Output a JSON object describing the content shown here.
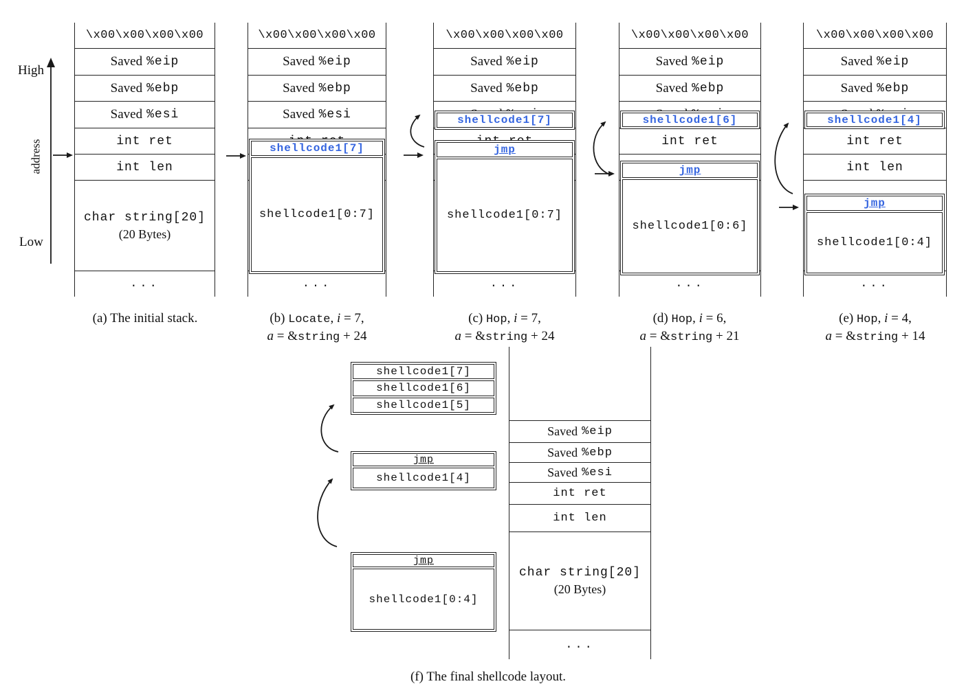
{
  "axis": {
    "high": "High",
    "address": "address",
    "low": "Low"
  },
  "rows": {
    "nullbytes": "\\x00\\x00\\x00\\x00",
    "saved": "Saved",
    "eip": "%eip",
    "ebp": "%ebp",
    "esi": "%esi",
    "int_ret": "int ret",
    "int_len": "int len",
    "string_decl": "char string[20]",
    "string_size": "(20 Bytes)",
    "dots": "..."
  },
  "overlays": {
    "b": {
      "header": "shellcode1[7]",
      "body": "shellcode1[0:7]"
    },
    "c": {
      "box": "shellcode1[7]",
      "jmp": "jmp",
      "body": "shellcode1[0:7]"
    },
    "d": {
      "box": "shellcode1[6]",
      "jmp": "jmp",
      "body": "shellcode1[0:6]"
    },
    "e": {
      "box": "shellcode1[4]",
      "jmp": "jmp",
      "body": "shellcode1[0:4]"
    }
  },
  "final": {
    "f7": "shellcode1[7]",
    "f6": "shellcode1[6]",
    "f5": "shellcode1[5]",
    "jmp_a": "jmp",
    "f4": "shellcode1[4]",
    "jmp_b": "jmp",
    "f04": "shellcode1[0:4]"
  },
  "captions": {
    "a": {
      "text": "(a) The initial stack."
    },
    "b": {
      "r1": "(b) ",
      "kw": "Locate",
      "r2": ", ",
      "iv": "i",
      "r3": " = 7,",
      "s1": "a",
      "s2": " = &",
      "s3": "string",
      "s4": " + 24"
    },
    "c": {
      "r1": "(c) ",
      "kw": "Hop",
      "r2": ", ",
      "iv": "i",
      "r3": " = 7,",
      "s1": "a",
      "s2": " = &",
      "s3": "string",
      "s4": " + 24"
    },
    "d": {
      "r1": "(d) ",
      "kw": "Hop",
      "r2": ", ",
      "iv": "i",
      "r3": " = 6,",
      "s1": "a",
      "s2": " = &",
      "s3": "string",
      "s4": " + 21"
    },
    "e": {
      "r1": "(e) ",
      "kw": "Hop",
      "r2": ", ",
      "iv": "i",
      "r3": " = 4,",
      "s1": "a",
      "s2": " = &",
      "s3": "string",
      "s4": " + 14"
    },
    "f": {
      "text": "(f) The final shellcode layout."
    }
  }
}
